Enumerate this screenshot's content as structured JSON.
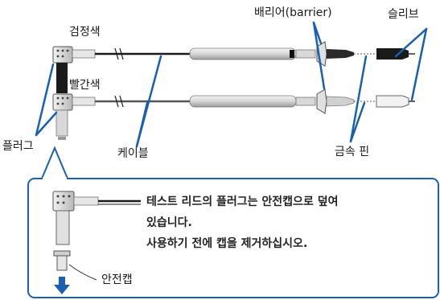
{
  "labels": {
    "black": "검정색",
    "red": "빨간색",
    "barrier": "배리어(barrier)",
    "sleeve": "슬리브",
    "plug": "플러그",
    "cable": "케이블",
    "pin": "금속 핀",
    "cap": "안전캡"
  },
  "note": {
    "line1": "테스트 리드의 플러그는 안전캡으로 덮여",
    "line2": "있습니다.",
    "line3": "사용하기 전에 캡을 제거하십시오."
  },
  "colors": {
    "callout": "#1b5fb3",
    "black_lead": "#1a1a1a",
    "red_lead": "#c8c8c8"
  }
}
